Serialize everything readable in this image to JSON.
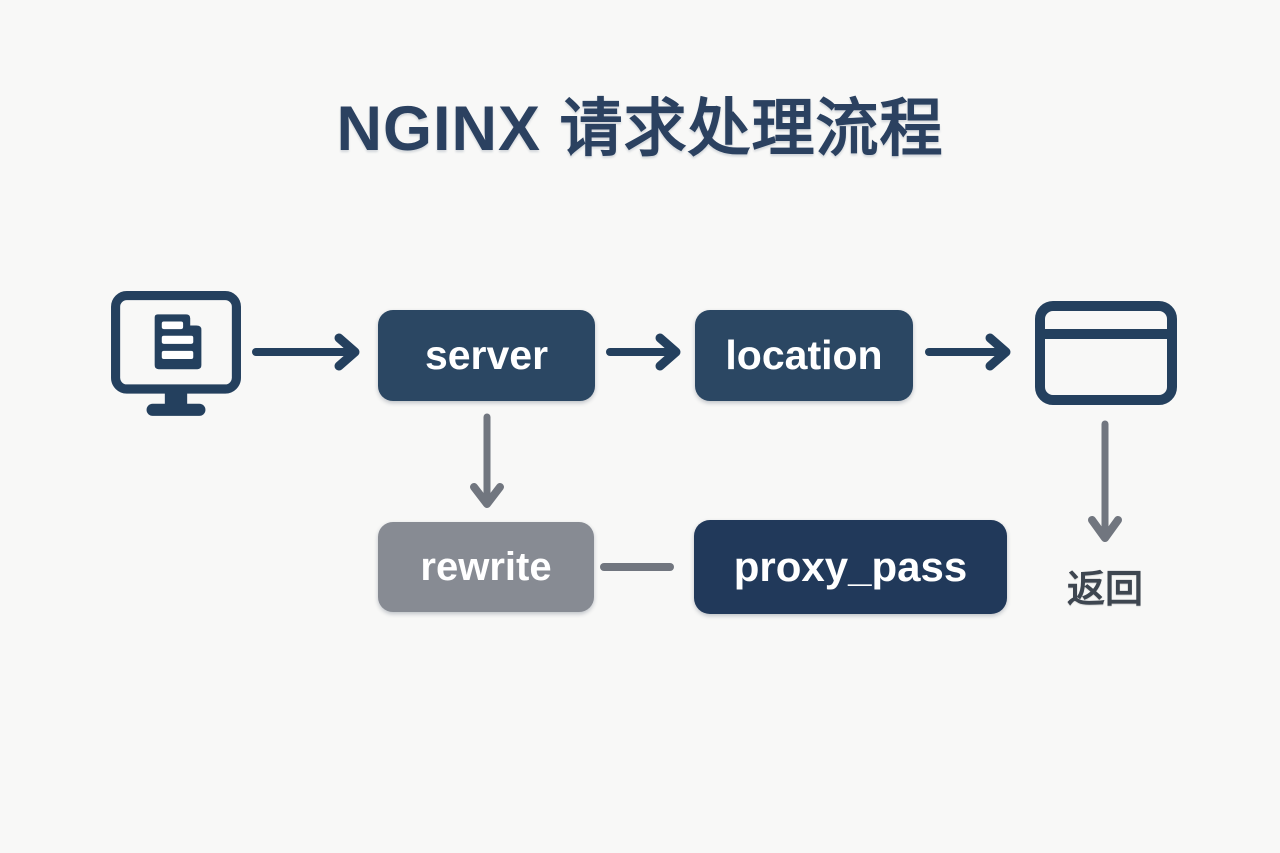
{
  "title": "NGINX 请求处理流程",
  "nodes": {
    "server": {
      "label": "server",
      "color": "#2b4763"
    },
    "location": {
      "label": "location",
      "color": "#2b4763"
    },
    "rewrite": {
      "label": "rewrite",
      "color": "#878b93"
    },
    "proxy_pass": {
      "label": "proxy_pass",
      "color": "#21395a"
    }
  },
  "labels": {
    "return_label": "返回"
  },
  "icons": {
    "client": "client-monitor-icon",
    "response": "browser-window-icon"
  },
  "edges": [
    {
      "from": "client-monitor-icon",
      "to": "server",
      "style": "navy-arrow-right"
    },
    {
      "from": "server",
      "to": "location",
      "style": "navy-arrow-right"
    },
    {
      "from": "location",
      "to": "browser-window-icon",
      "style": "navy-arrow-right"
    },
    {
      "from": "server",
      "to": "rewrite",
      "style": "gray-arrow-down"
    },
    {
      "from": "rewrite",
      "to": "proxy_pass",
      "style": "gray-line"
    },
    {
      "from": "browser-window-icon",
      "to": "return_label",
      "style": "gray-arrow-down"
    }
  ],
  "colors": {
    "background": "#f8f8f7",
    "navy": "#2b4763",
    "navy_dark": "#21395a",
    "navy_stroke": "#24405e",
    "gray_box": "#878b93",
    "arrow_gray": "#71767f",
    "title": "#2b4160",
    "return_text": "#3e4650",
    "box_text": "#ffffff"
  }
}
